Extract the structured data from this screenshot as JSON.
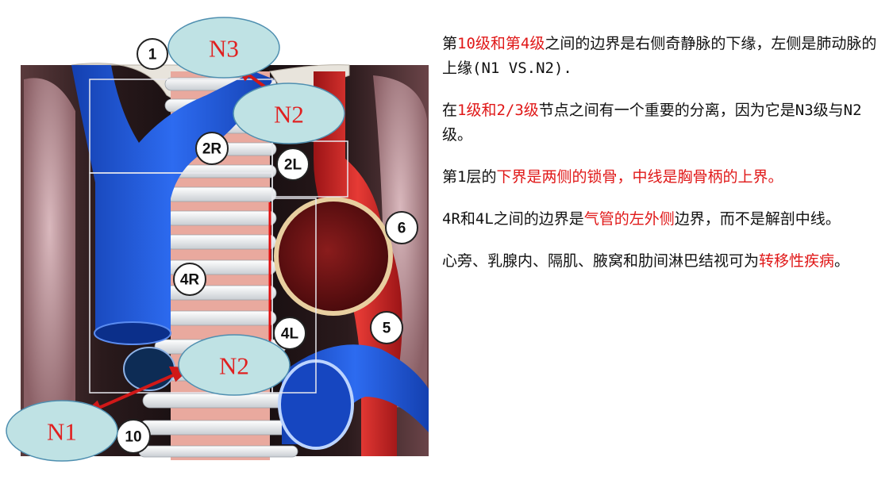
{
  "figure": {
    "node_labels": {
      "n1": "1",
      "n2r": "2R",
      "n2l": "2L",
      "n4r": "4R",
      "n4l": "4L",
      "n5": "5",
      "n6": "6",
      "n10": "10"
    },
    "callouts": {
      "n3_top": "N3",
      "n2_top": "N2",
      "n2_mid": "N2",
      "n1_bottom": "N1"
    },
    "colors": {
      "callout_fill": "#bfe2e4",
      "callout_text": "#e02020",
      "arrow": "#d01818",
      "vein": "#1f5bd6",
      "aorta": "#d8282a"
    }
  },
  "text_panel": {
    "p1": {
      "a": "第",
      "b": "10级和第4级",
      "c": "之间的边界是右侧奇静脉的下缘，左侧是肺动脉的上缘(N1 VS.N2)."
    },
    "p2": {
      "a": "在",
      "b": "1级和2/3级",
      "c": "节点之间有一个重要的分离，因为它是N3级与N2级。"
    },
    "p3": {
      "a": "第1层的",
      "b": "下界是两侧的锁骨，中线是胸骨柄的上界。"
    },
    "p4": {
      "a": "4R和4L之间的边界是",
      "b": "气管的左外侧",
      "c": "边界，而不是解剖中线。"
    },
    "p5": {
      "a": "心旁、乳腺内、隔肌、腋窝和肋间淋巴结视可为",
      "b": "转移性疾病",
      "c": "。"
    }
  }
}
